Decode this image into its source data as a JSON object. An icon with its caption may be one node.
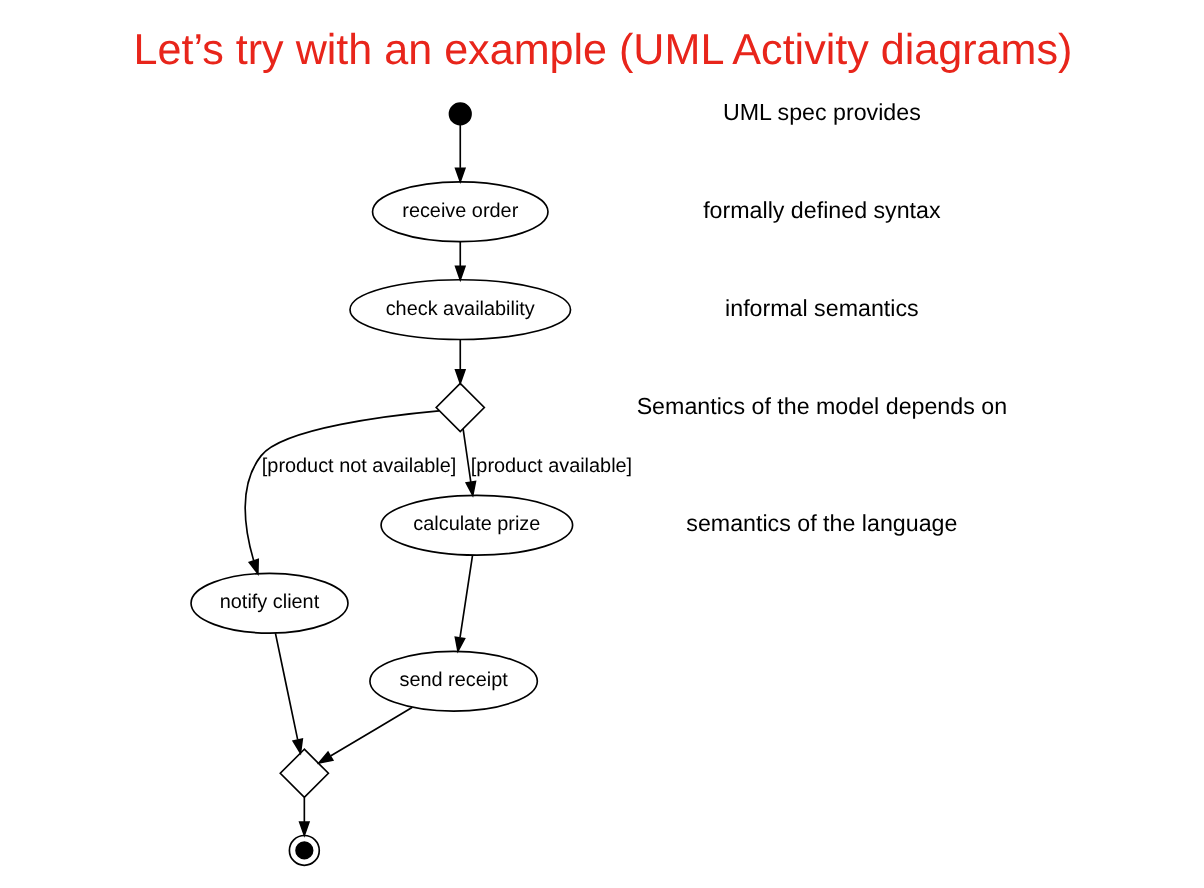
{
  "diagram": {
    "title": "Let’s try with an example (UML Activity diagrams)",
    "nodes": [
      {
        "text": [],
        "shape": "circle"
      },
      {
        "text": [
          "receive order"
        ]
      },
      {
        "text": [
          "check availability"
        ]
      },
      {
        "text": [],
        "shape": "diamond"
      },
      {
        "text": [
          "notify client"
        ]
      },
      {
        "text": [
          "calculate prize"
        ]
      },
      {
        "text": [
          "send receipt"
        ]
      },
      {
        "text": [],
        "shape": "diamond"
      },
      {
        "text": [],
        "shape": "circle"
      }
    ],
    "edges": [
      {
        "from": 0,
        "to": 1,
        "arrow": "to"
      },
      {
        "from": 1,
        "to": 2,
        "arrow": "to"
      },
      {
        "from": 2,
        "to": 3,
        "arrow": "to"
      },
      {
        "from": 3,
        "to": 4,
        "arrow": "to",
        "label": "[product not available]"
      },
      {
        "from": 3,
        "to": 5,
        "arrow": "to",
        "label": "[product available]"
      },
      {
        "from": 5,
        "to": 6,
        "arrow": "to"
      },
      {
        "from": 4,
        "to": 7,
        "arrow": "to"
      },
      {
        "from": 6,
        "to": 7,
        "arrow": "to"
      },
      {
        "from": 7,
        "to": 8,
        "arrow": "to"
      }
    ],
    "labels": [
      "UML spec provides",
      "formally defined syntax",
      "informal semantics",
      "Semantics of the model depends on",
      "semantics of the language"
    ]
  }
}
